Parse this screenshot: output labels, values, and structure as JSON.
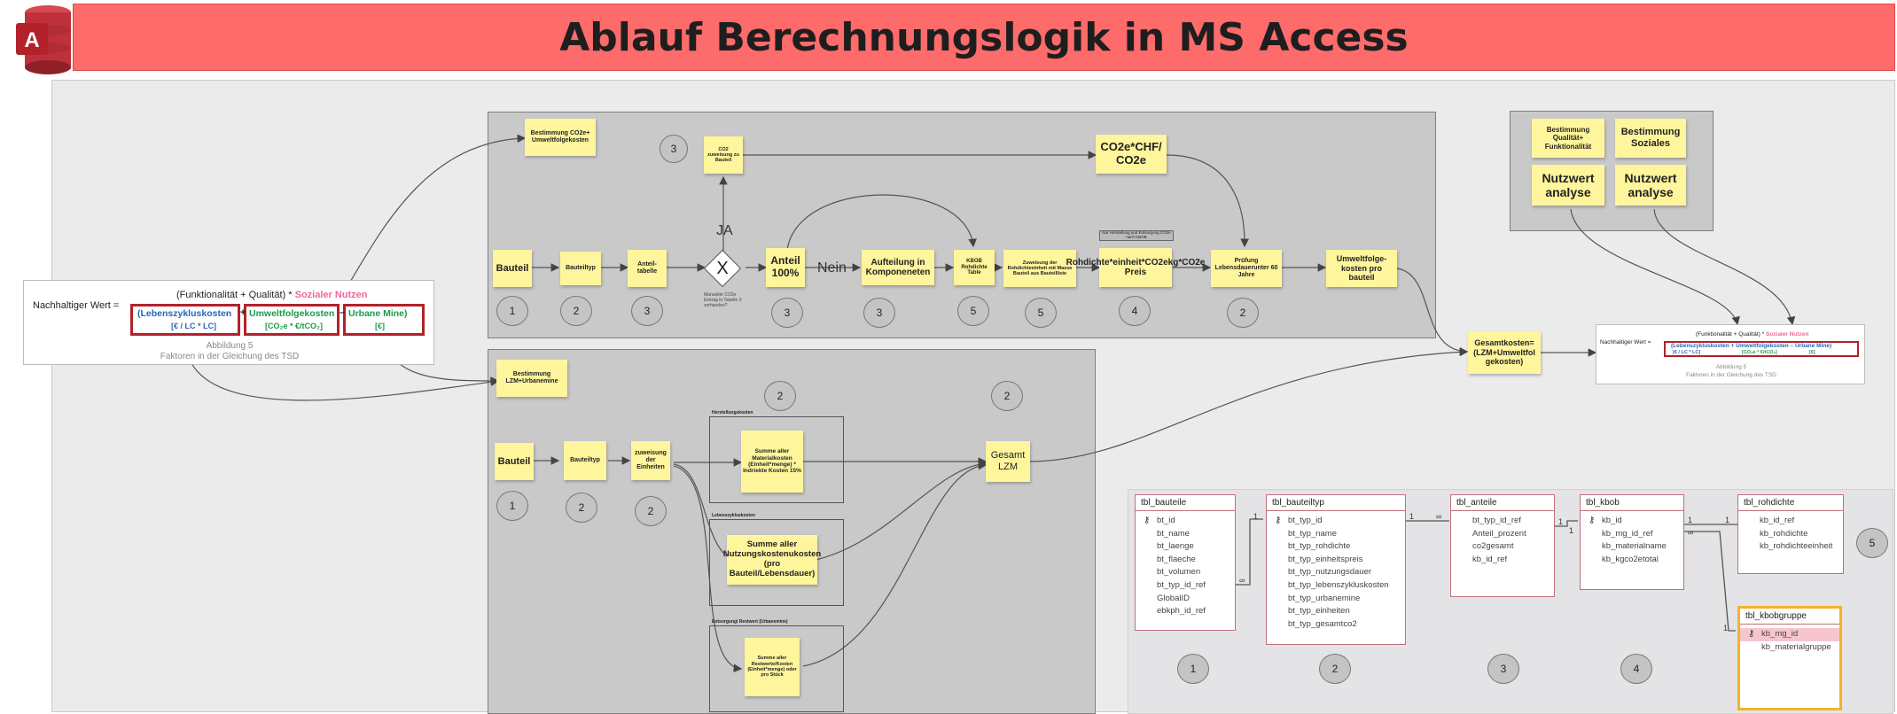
{
  "title": "Ablauf Berechnungslogik in MS Access",
  "logo": {
    "letter": "A",
    "icon": "ms-access-logo-icon"
  },
  "colors": {
    "title_bar": "#fd6b6b",
    "note": "#fff59c",
    "blue": "#2a67b3",
    "green": "#1d9a4a",
    "pink": "#ec6aa0",
    "red": "#b3212b",
    "highlight": "#f3b32a"
  },
  "formula_left": {
    "prefix": "Nachhaltiger Wert =",
    "top_line_a": "(Funktionalität + Qualität) *",
    "top_line_b": "Sozialer Nutzen",
    "term1": "(Lebenszykluskosten",
    "unit1": "[€ / LC * LC]",
    "plus": "+",
    "term2": "Umweltfolgekosten",
    "unit2": "[CO₂e * €/tCO₂]",
    "minus": "–",
    "term3": "Urbane Mine)",
    "unit3": "[€]",
    "caption": "Abbildung 5",
    "subcaption": "Faktoren in der Gleichung des TSD"
  },
  "formula_right": {
    "prefix": "Nachhaltiger Wert =",
    "top_line_a": "(Funktionalität + Qualität) *",
    "top_line_b": "Sozialer Nutzen",
    "terms": "(Lebenszykluskosten + Umweltfolgekosten – Urbane Mine)",
    "units_a": "[€ / LC * LC]",
    "units_b": "[CO₂e * €/tCO₂]",
    "units_c": "[€]",
    "caption": "Abbildung 5",
    "subcaption": "Faktoren in der Gleichung des TSD"
  },
  "upper_flow": {
    "bestimmung": "Bestimmung CO2e+ Umweltfolgekosten",
    "co2_zuweisung": "CO2 zuweisung zu Bauteil",
    "co2_price": "CO2e*CHF/ CO2e",
    "bauteil": "Bauteil",
    "bauteiltyp": "Bauteiltyp",
    "anteiltabelle": "Anteil-tabelle",
    "decision": "X",
    "decision_note": "Manueller CO2e Eintrag in Tabelle 3 vorhanden?",
    "ja": "JA",
    "nein": "Nein",
    "anteil100": "Anteil 100%",
    "aufteilung": "Aufteilung in Komponeneten",
    "kbob": "KBOB Rohdichte Table",
    "zuweisung_rohdichte": "Zuweisung der Rohdichteeinheit mit Masse Bauteil aus Bauteilliste",
    "rohdichte": "Rohdichte*einheit*CO2ekg*CO2e Preis",
    "rohdichte_note": "Nur Herstellung und Entsorgung CO2e nach KBOB",
    "pruefung": "Prüfung Lebensdauerunter 60 Jahre",
    "umweltfolge": "Umweltfolge-kosten pro bauteil",
    "circles": [
      "3",
      "1",
      "2",
      "3",
      "3",
      "3",
      "5",
      "5",
      "4",
      "2"
    ]
  },
  "lower_flow": {
    "bestimmung": "Bestimmung LZM+Urbanemine",
    "bauteil": "Bauteil",
    "bauteiltyp": "Bauteiltyp",
    "zuweisung": "zuweisung der Einheiten",
    "box1_label": "Herstellungskosten",
    "box1_note": "Summe aller Materialkosten (Einheit*menge) * Indriekte Kosten 15%",
    "box2_label": "Lebenszykluskosten",
    "box2_note": "Summe aller Nutzungskostenukosten (pro Bauteil/Lebensdauer)",
    "box3_label": "Entsorgung/ Restwert (Urbanemine)",
    "box3_note": "Summe aller Restwerte/Kosten (Einheit*menge) oder pro Stück",
    "gesamt": "Gesamt LZM",
    "circles": [
      "2",
      "2",
      "1",
      "2",
      "2"
    ]
  },
  "gesamtkosten": "Gesamtkosten= (LZM+Umweltfol gekosten)",
  "right_panel": {
    "b1": "Bestimmung Qualität+ Funktionalität",
    "b2": "Bestimmung Soziales",
    "n1": "Nutzwert analyse",
    "n2": "Nutzwert analyse"
  },
  "tables": [
    {
      "name": "tbl_bauteile",
      "fields": [
        "bt_id",
        "bt_name",
        "bt_laenge",
        "bt_flaeche",
        "bt_volumen",
        "bt_typ_id_ref",
        "GlobalID",
        "ebkph_id_ref"
      ],
      "key": 0
    },
    {
      "name": "tbl_bauteiltyp",
      "fields": [
        "bt_typ_id",
        "bt_typ_name",
        "bt_typ_rohdichte",
        "bt_typ_einheitspreis",
        "bt_typ_nutzungsdauer",
        "bt_typ_lebenszykluskosten",
        "bt_typ_urbanemine",
        "bt_typ_einheiten",
        "bt_typ_gesamtco2"
      ],
      "key": 0
    },
    {
      "name": "tbl_anteile",
      "fields": [
        "bt_typ_id_ref",
        "Anteil_prozent",
        "co2gesamt",
        "kb_id_ref"
      ],
      "key": -1
    },
    {
      "name": "tbl_kbob",
      "fields": [
        "kb_id",
        "kb_mg_id_ref",
        "kb_materialname",
        "kb_kgco2etotal"
      ],
      "key": 0
    },
    {
      "name": "tbl_rohdichte",
      "fields": [
        "kb_id_ref",
        "kb_rohdichte",
        "kb_rohdichteeinheit"
      ],
      "key": -1
    },
    {
      "name": "tbl_kbobgruppe",
      "fields": [
        "kb_mg_id",
        "kb_materialgruppe"
      ],
      "key": 0
    }
  ],
  "table_circles": [
    "1",
    "2",
    "3",
    "4",
    "5"
  ],
  "relations": {
    "one": "1",
    "many": "∞"
  }
}
